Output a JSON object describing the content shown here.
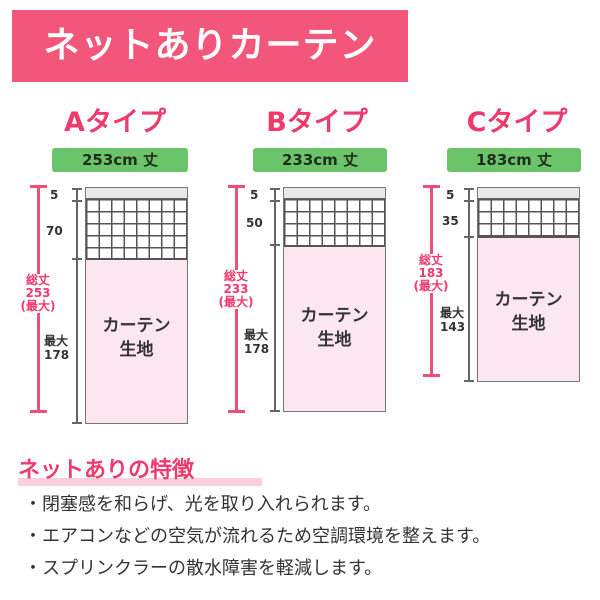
{
  "title": "ネットありカーテン",
  "types": [
    {
      "name": "Aタイプ",
      "size": "253cm 丈",
      "top_band": "5",
      "net_height": "70",
      "total_label": [
        "総丈",
        "253",
        "(最大)"
      ],
      "fabric_label": [
        "最大",
        "178"
      ],
      "fabric_text": [
        "カーテン",
        "生地"
      ]
    },
    {
      "name": "Bタイプ",
      "size": "233cm 丈",
      "top_band": "5",
      "net_height": "50",
      "total_label": [
        "総丈",
        "233",
        "(最大)"
      ],
      "fabric_label": [
        "最大",
        "178"
      ],
      "fabric_text": [
        "カーテン",
        "生地"
      ]
    },
    {
      "name": "Cタイプ",
      "size": "183cm 丈",
      "top_band": "5",
      "net_height": "35",
      "total_label": [
        "総丈",
        "183",
        "(最大)"
      ],
      "fabric_label": [
        "最大",
        "143"
      ],
      "fabric_text": [
        "カーテン",
        "生地"
      ]
    }
  ],
  "features": {
    "title": "ネットありの特徴",
    "items": [
      "・閉塞感を和らげ、光を取り入れられます。",
      "・エアコンなどの空気が流れるため空調環境を整えます。",
      "・スプリンクラーの散水障害を軽減します。"
    ]
  },
  "colors": {
    "accent": "#ee3a6c",
    "banner": "#f2567b",
    "badge": "#6cc46a",
    "fabric": "#fce7f0"
  }
}
